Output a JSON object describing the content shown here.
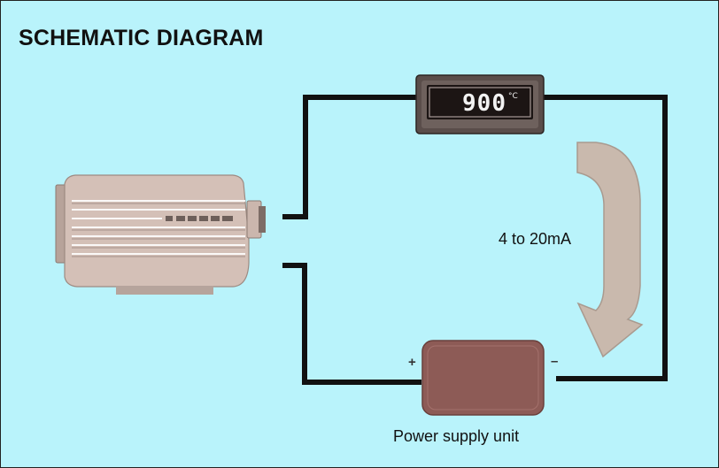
{
  "title": "SCHEMATIC DIAGRAM",
  "display": {
    "reading": "900",
    "unit": "°C"
  },
  "current_label": "4 to 20mA",
  "psu": {
    "label": "Power supply unit",
    "plus": "+",
    "minus": "–"
  },
  "colors": {
    "background": "#b9f3fb",
    "wire": "#111111",
    "camera_body": "#d4c0b7",
    "psu": "#8d5b56",
    "arrow": "#c9b9ad"
  }
}
